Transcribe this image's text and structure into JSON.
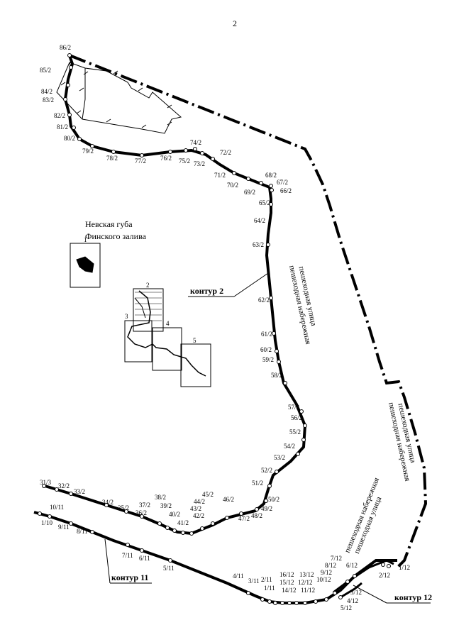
{
  "page_number": "2",
  "water_label_line1": "Невская губа",
  "water_label_line2": "Финского залива",
  "contours": {
    "c2": "контур 2",
    "c11": "контур 11",
    "c12": "контур 12"
  },
  "street_labels": {
    "emb2_line1": "пешеходная набережная",
    "emb2_line2": "пешеходная улица",
    "emb12a_line1": "пешеходная набережная",
    "emb12a_line2": "пешеходная улица",
    "emb12b_line1": "пешеходная набережная",
    "emb12b_line2": "пешеходная улица"
  },
  "inset_labels": [
    "1",
    "2",
    "3",
    "4",
    "5"
  ],
  "points": {
    "p86": "86/2",
    "p85": "85/2",
    "p84": "84/2",
    "p83": "83/2",
    "p82": "82/2",
    "p81": "81/2",
    "p80": "80/2",
    "p79": "79/2",
    "p78": "78/2",
    "p77": "77/2",
    "p76": "76/2",
    "p75": "75/2",
    "p74": "74/2",
    "p73": "73/2",
    "p72": "72/2",
    "p71": "71/2",
    "p70": "70/2",
    "p69": "69/2",
    "p68": "68/2",
    "p67": "67/2",
    "p66": "66/2",
    "p65": "65/2",
    "p64": "64/2",
    "p63": "63/2",
    "p62": "62/2",
    "p61": "61/2",
    "p60": "60/2",
    "p59": "59/2",
    "p58": "58/2",
    "p57": "57/2",
    "p56": "56/2",
    "p55": "55/2",
    "p54": "54/2",
    "p53": "53/2",
    "p52": "52/2",
    "p51": "51/2",
    "p50": "50/2",
    "p49": "49/2",
    "p48": "48/2",
    "p47": "47/2",
    "p46": "46/2",
    "p45": "45/2",
    "p44": "44/2",
    "p43": "43/2",
    "p42": "42/2",
    "p41": "41/2",
    "p40": "40/2",
    "p39": "39/2",
    "p38": "38/2",
    "p37": "37/2",
    "p36": "36/2",
    "p35": "35/2",
    "p34": "34/2",
    "p33": "33/2",
    "p32": "32/2",
    "p31": "31/3",
    "q10": "10/11",
    "q1_10": "1/10",
    "q9": "9/11",
    "q8": "8/11",
    "q7": "7/11",
    "q6": "6/11",
    "q5": "5/11",
    "q4": "4/11",
    "q3": "3/11",
    "q2": "2/11",
    "q1": "1/11",
    "r16": "16/12",
    "r15": "15/12",
    "r14": "14/12",
    "r13": "13/12",
    "r12": "12/12",
    "r11": "11/12",
    "r10": "10/12",
    "r9": "9/12",
    "r8": "8/12",
    "r7": "7/12",
    "r6": "6/12",
    "r5": "5/12",
    "r4": "4/12",
    "r3": "3/12",
    "r2": "2/12",
    "r1": "1/12"
  }
}
